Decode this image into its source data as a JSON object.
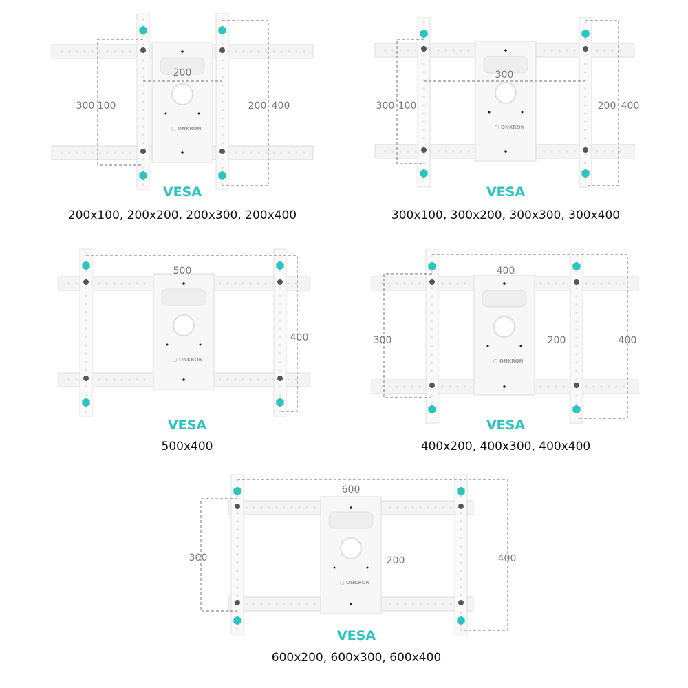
{
  "colors": {
    "accent": "#2cc4c0",
    "dimension_text": "#777777",
    "dash": "#8a8a8a"
  },
  "brand_logo_text": "ONKRON",
  "panels": [
    {
      "dims": [
        "200",
        "300",
        "100",
        "200",
        "400"
      ],
      "title": "VESA",
      "sizes": "200x100, 200x200, 200x300, 200x400"
    },
    {
      "dims": [
        "300",
        "300",
        "100",
        "200",
        "400"
      ],
      "title": "VESA",
      "sizes": "300x100, 300x200, 300x300, 300x400"
    },
    {
      "dims": [
        "500",
        "400"
      ],
      "title": "VESA",
      "sizes": "500x400"
    },
    {
      "dims": [
        "400",
        "300",
        "200",
        "400"
      ],
      "title": "VESA",
      "sizes": "400x200, 400x300, 400x400"
    },
    {
      "dims": [
        "600",
        "300",
        "200",
        "400"
      ],
      "title": "VESA",
      "sizes": "600x200, 600x300, 600x400"
    }
  ]
}
